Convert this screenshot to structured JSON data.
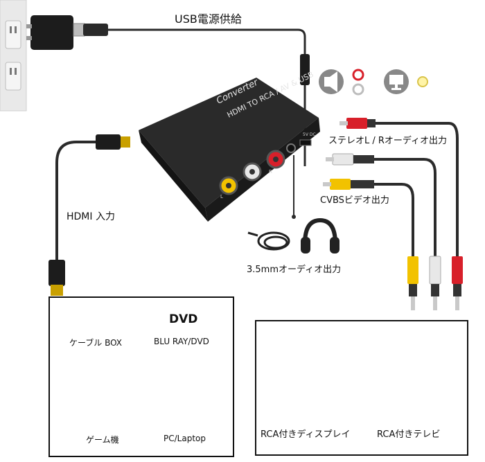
{
  "labels": {
    "usb_power": "USB電源供給",
    "hdmi_input": "HDMI 入力",
    "stereo_out": "ステレオL / Rオーディオ出力",
    "cvbs_out": "CVBSビデオ出力",
    "audio_35_out": "3.5mmオーディオ出力"
  },
  "device": {
    "top_text": "HDMI TO RCA / AV & USB",
    "brand_text": "Converter",
    "dc_label": "5V DC",
    "port_label_l": "L",
    "port_label_r": "R"
  },
  "sources": {
    "cable_box_label": "ケーブル BOX",
    "dvd_logo": "DVD",
    "bluray_label": "BLU RAY/DVD",
    "game_label": "ゲーム機",
    "pc_label": "PC/Laptop"
  },
  "displays": {
    "display_label": "RCA付きディスプレイ",
    "tv_label": "RCA付きテレビ"
  },
  "colors": {
    "cable": "#2b2b2b",
    "device_body": "#1e1e1e",
    "rca_yellow": "#f2c200",
    "rca_white": "#e8e8e8",
    "rca_red": "#d8202a",
    "hdmi_gold": "#c9a000"
  },
  "icons": {
    "speaker": "speaker-icon",
    "monitor": "monitor-icon",
    "wall_outlet": "wall-outlet-icon",
    "headphones": "headphones-icon"
  }
}
